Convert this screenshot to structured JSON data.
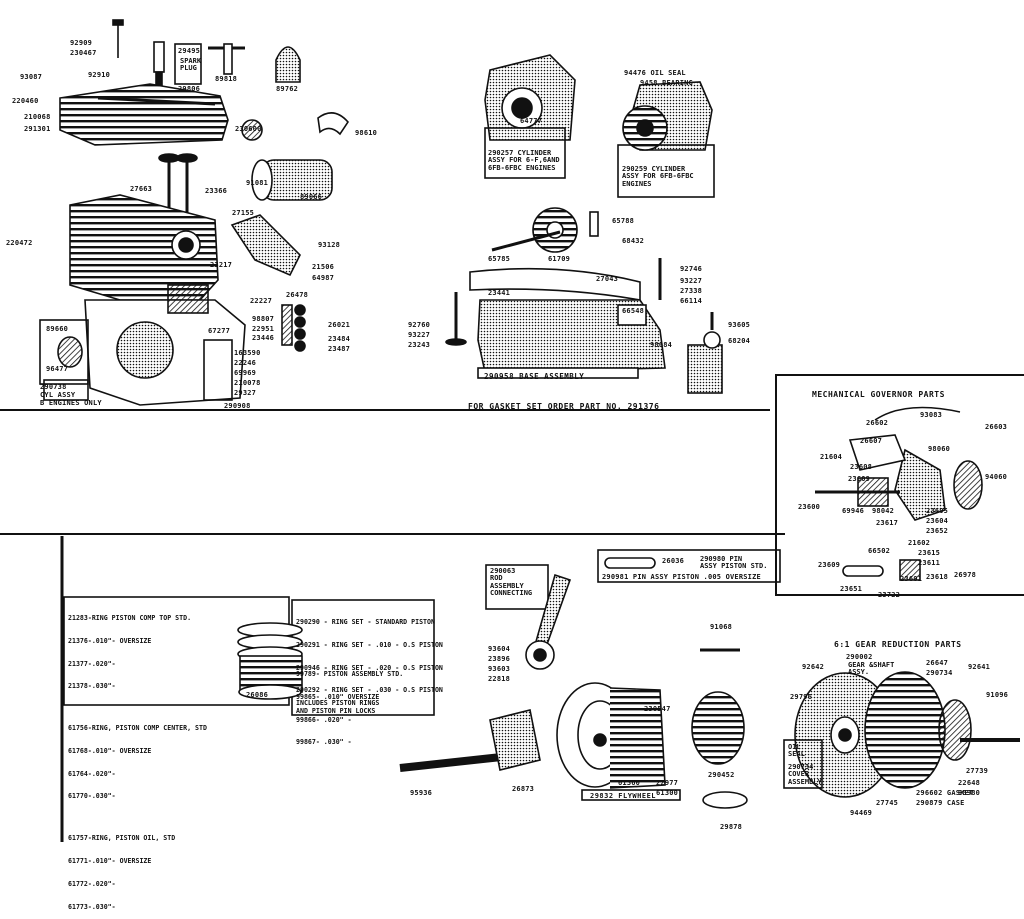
{
  "diagram": {
    "engine": {
      "labels": {
        "p92909": "92909",
        "p230467": "230467",
        "p93087": "93087",
        "p92910": "92910",
        "p220460": "220460",
        "p210068": "210068",
        "p291301": "291301",
        "p29495": "29495",
        "spark_plug": "SPARK\nPLUG",
        "p29806": "29806",
        "p89818": "89818",
        "p89762": "89762",
        "p230600": "230600",
        "p98610": "98610",
        "p27663": "27663",
        "p23366": "23366",
        "p91081": "91081",
        "p89066": "89066",
        "p220472": "220472",
        "p27155": "27155",
        "p93128": "93128",
        "p23217": "23217",
        "p21506": "21506",
        "p64987": "64987",
        "p26478": "26478",
        "p22227": "22227",
        "p67277": "67277",
        "p26021": "26021",
        "p98807": "98807",
        "p22951": "22951",
        "p23446": "23446",
        "p23484": "23484",
        "p23487": "23487",
        "p89660": "89660",
        "p96477": "96477",
        "p163590": "163590",
        "p22246": "22246",
        "p69969": "69969",
        "p210078": "210078",
        "p29327": "29327",
        "p290738": "290738",
        "cyl_assy": "CYL ASSY",
        "engines_only": "B ENGINES ONLY",
        "p290908": "290908"
      }
    },
    "cylinder_variants": {
      "left": {
        "part": "64777",
        "note": "290257 CYLINDER\nASSY FOR 6-F,6AND\n6FB-6FBC ENGINES"
      },
      "right": {
        "oil_seal": "94476 OIL SEAL",
        "bearing": "9458 BEARING",
        "note": "290259 CYLINDER\nASSY FOR 6FB-6FBC\nENGINES"
      }
    },
    "base": {
      "labels": {
        "p65788": "65788",
        "p68432": "68432",
        "p65785": "65785",
        "p61709": "61709",
        "p92746": "92746",
        "p27043": "27043",
        "p93227": "93227",
        "p23441": "23441",
        "p27338": "27338",
        "p66114": "66114",
        "p92760": "92760",
        "p93227b": "93227",
        "p23243": "23243",
        "p66548": "66548",
        "p93605": "93605",
        "p68204": "68204",
        "p98084": "98084"
      },
      "assembly": "290958 BASE ASSEMBLY",
      "gasket_note": "FOR GASKET SET ORDER PART NO. 291376"
    },
    "governor": {
      "title": "MECHANICAL GOVERNOR PARTS",
      "labels": {
        "g26602": "26602",
        "g93083": "93083",
        "g26607": "26607",
        "g98060": "98060",
        "g26603": "26603",
        "g94060": "94060",
        "g21604": "21604",
        "g23608": "23608",
        "g23609": "23609",
        "g23600": "23600",
        "g69946": "69946",
        "g98042": "98042",
        "g23617": "23617",
        "g23605": "23605",
        "g23604": "23604",
        "g23652": "23652",
        "g21602": "21602",
        "g66502": "66502",
        "g23615": "23615",
        "g23611": "23611",
        "g23609b": "23609",
        "g23618": "23618",
        "g26978": "26978",
        "g23651": "23651",
        "g23722": "23722",
        "g23601": "23601"
      }
    },
    "rings": {
      "rows": [
        "21283-RING PISTON COMP TOP STD.",
        "21376-.010\"- OVERSIZE",
        "21377-.020\"-",
        "21378-.030\"-",
        "",
        "61756-RING, PISTON COMP CENTER, STD",
        "61768-.010\"- OVERSIZE",
        "61764-.020\"-",
        "61770-.030\"-",
        "",
        "61757-RING, PISTON OIL, STD",
        "61771-.010\"- OVERSIZE",
        "61772-.020\"-",
        "61773-.030\"-"
      ],
      "piston_part": "26086",
      "sets": [
        "290290 - RING SET - STANDARD PISTON",
        "290291 - RING SET - .010 - O.S PISTON",
        "290946 - RING SET - .020 - O.S PISTON",
        "290292 - RING SET - .030 - O.S PISTON"
      ],
      "assemblies": [
        "99789- PISTON ASSEMBLY STD.",
        "99865- .010\" OVERSIZE",
        "99866- .020\" -",
        "99867- .030\" -"
      ],
      "note": "INCLUDES PISTON RINGS\nAND PISTON PIN LOCKS"
    },
    "rod": {
      "assembly": "290063\nROD\nASSEMBLY\nCONNECTING",
      "labels": {
        "r93604": "93604",
        "r23896": "23896",
        "r93603": "93603",
        "r22818": "22818"
      }
    },
    "pin": {
      "part": "26036",
      "std": "290980 PIN\nASSY PISTON STD.",
      "oversize": "290981 PIN ASSY PISTON .005 OVERSIZE"
    },
    "crank": {
      "labels": {
        "c95936": "95936",
        "c26873": "26873",
        "c230547": "230547",
        "c22977": "22977",
        "c61300": "61300",
        "c61360": "61360",
        "c290452": "290452",
        "c91068": "91068",
        "c29878": "29878"
      },
      "flywheel": "29832 FLYWHEEL"
    },
    "reduction": {
      "title": "6:1 GEAR REDUCTION PARTS",
      "labels": {
        "r290002": "290002",
        "r26647": "26647",
        "r290734": "290734",
        "r92642": "92642",
        "r92641": "92641",
        "r91096": "91096",
        "r29796": "29796",
        "r27739": "27739",
        "r27745": "27745",
        "r94469": "94469",
        "r22648": "22648",
        "r98980": "98980"
      },
      "gear_assy": "GEAR &SHAFT\nASSY.",
      "oil_seal": "OIL\nSEAL",
      "cover_assy": "290734\nCOVER\nASSEMBLY",
      "case": "290879 CASE",
      "gasket": "296602 GASKET"
    }
  }
}
